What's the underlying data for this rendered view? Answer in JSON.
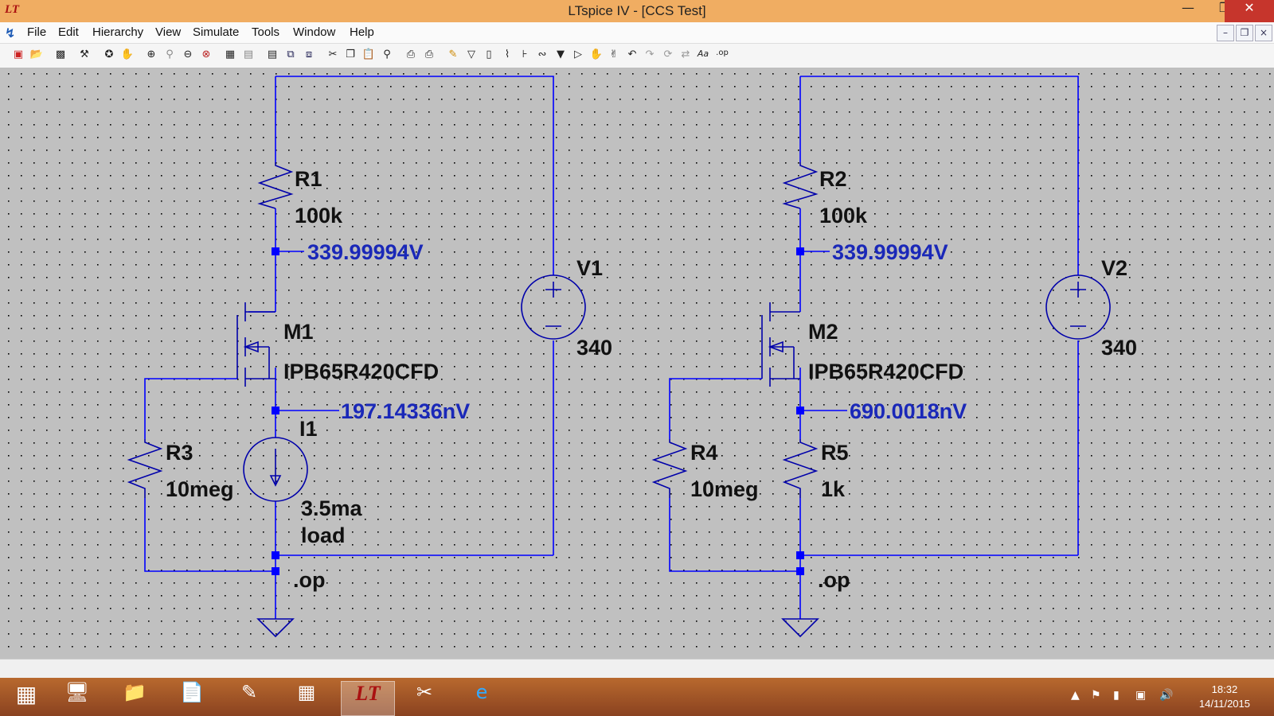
{
  "window": {
    "title": "LTspice IV - [CCS Test]",
    "app_icon": "ltspice-logo-icon"
  },
  "menu": [
    "File",
    "Edit",
    "Hierarchy",
    "View",
    "Simulate",
    "Tools",
    "Window",
    "Help"
  ],
  "toolbar": {
    "icons": [
      "new-schematic-icon",
      "open-icon",
      "save-icon",
      "control-panel-icon",
      "run-icon",
      "halt-icon",
      "zoom-in-icon",
      "zoom-pan-icon",
      "zoom-out-icon",
      "zoom-fit-icon",
      "autoscale-icon",
      "waveform-icon",
      "tile-horizontal-icon",
      "cascade-icon",
      "close-window-icon",
      "cut-icon",
      "copy-icon",
      "paste-icon",
      "find-icon",
      "print-setup-icon",
      "print-icon",
      "draw-wire-icon",
      "ground-icon",
      "label-net-icon",
      "resistor-icon",
      "capacitor-icon",
      "inductor-icon",
      "diode-icon",
      "component-icon",
      "move-icon",
      "drag-icon",
      "undo-icon",
      "redo-icon",
      "rotate-icon",
      "mirror-icon",
      "text-icon",
      "spice-directive-icon"
    ],
    "text_glyphs": {
      "text-icon": "Aa",
      "spice-directive-icon": ".op"
    }
  },
  "schematic": {
    "circuit1": {
      "R1": {
        "name": "R1",
        "value": "100k"
      },
      "R3": {
        "name": "R3",
        "value": "10meg"
      },
      "M1": {
        "name": "M1",
        "model": "IPB65R420CFD"
      },
      "V1": {
        "name": "V1",
        "value": "340"
      },
      "I1": {
        "name": "I1",
        "value": "3.5ma",
        "type": "load"
      },
      "drain_voltage": "339.99994V",
      "source_voltage": "197.14336nV",
      "directive": ".op"
    },
    "circuit2": {
      "R2": {
        "name": "R2",
        "value": "100k"
      },
      "R4": {
        "name": "R4",
        "value": "10meg"
      },
      "R5": {
        "name": "R5",
        "value": "1k"
      },
      "M2": {
        "name": "M2",
        "model": "IPB65R420CFD"
      },
      "V2": {
        "name": "V2",
        "value": "340"
      },
      "drain_voltage": "339.99994V",
      "source_voltage": "690.0018nV",
      "directive": ".op"
    }
  },
  "colors": {
    "wire": "#0000ff",
    "node": "#0000ff",
    "component": "#0000aa",
    "voltage_label": "#1a28b8",
    "canvas": "#c0c0c0",
    "titlebar": "#f0ad62",
    "close": "#c6352c"
  },
  "taskbar": {
    "items": [
      "windows-start-icon",
      "remote-desktop-icon",
      "file-explorer-icon",
      "notepad-icon",
      "paint-icon",
      "calculator-icon",
      "ltspice-icon",
      "snipping-tool-icon",
      "internet-explorer-icon"
    ],
    "clock": {
      "time": "18:32",
      "date": "14/11/2015"
    }
  }
}
